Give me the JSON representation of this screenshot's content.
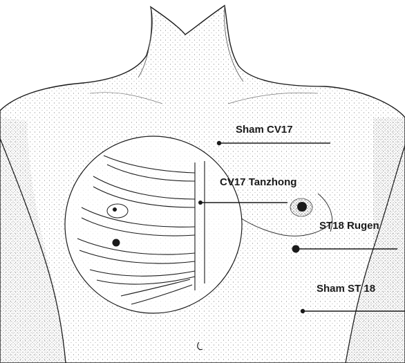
{
  "labels": {
    "sham_cv17": "Sham CV17",
    "cv17": "CV17 Tanzhong",
    "st18": "ST18 Rugen",
    "sham_st18": "Sham ST 18"
  },
  "colors": {
    "ink": "#1a1a1a",
    "stipple": "#8a8a8a",
    "background": "#ffffff"
  }
}
